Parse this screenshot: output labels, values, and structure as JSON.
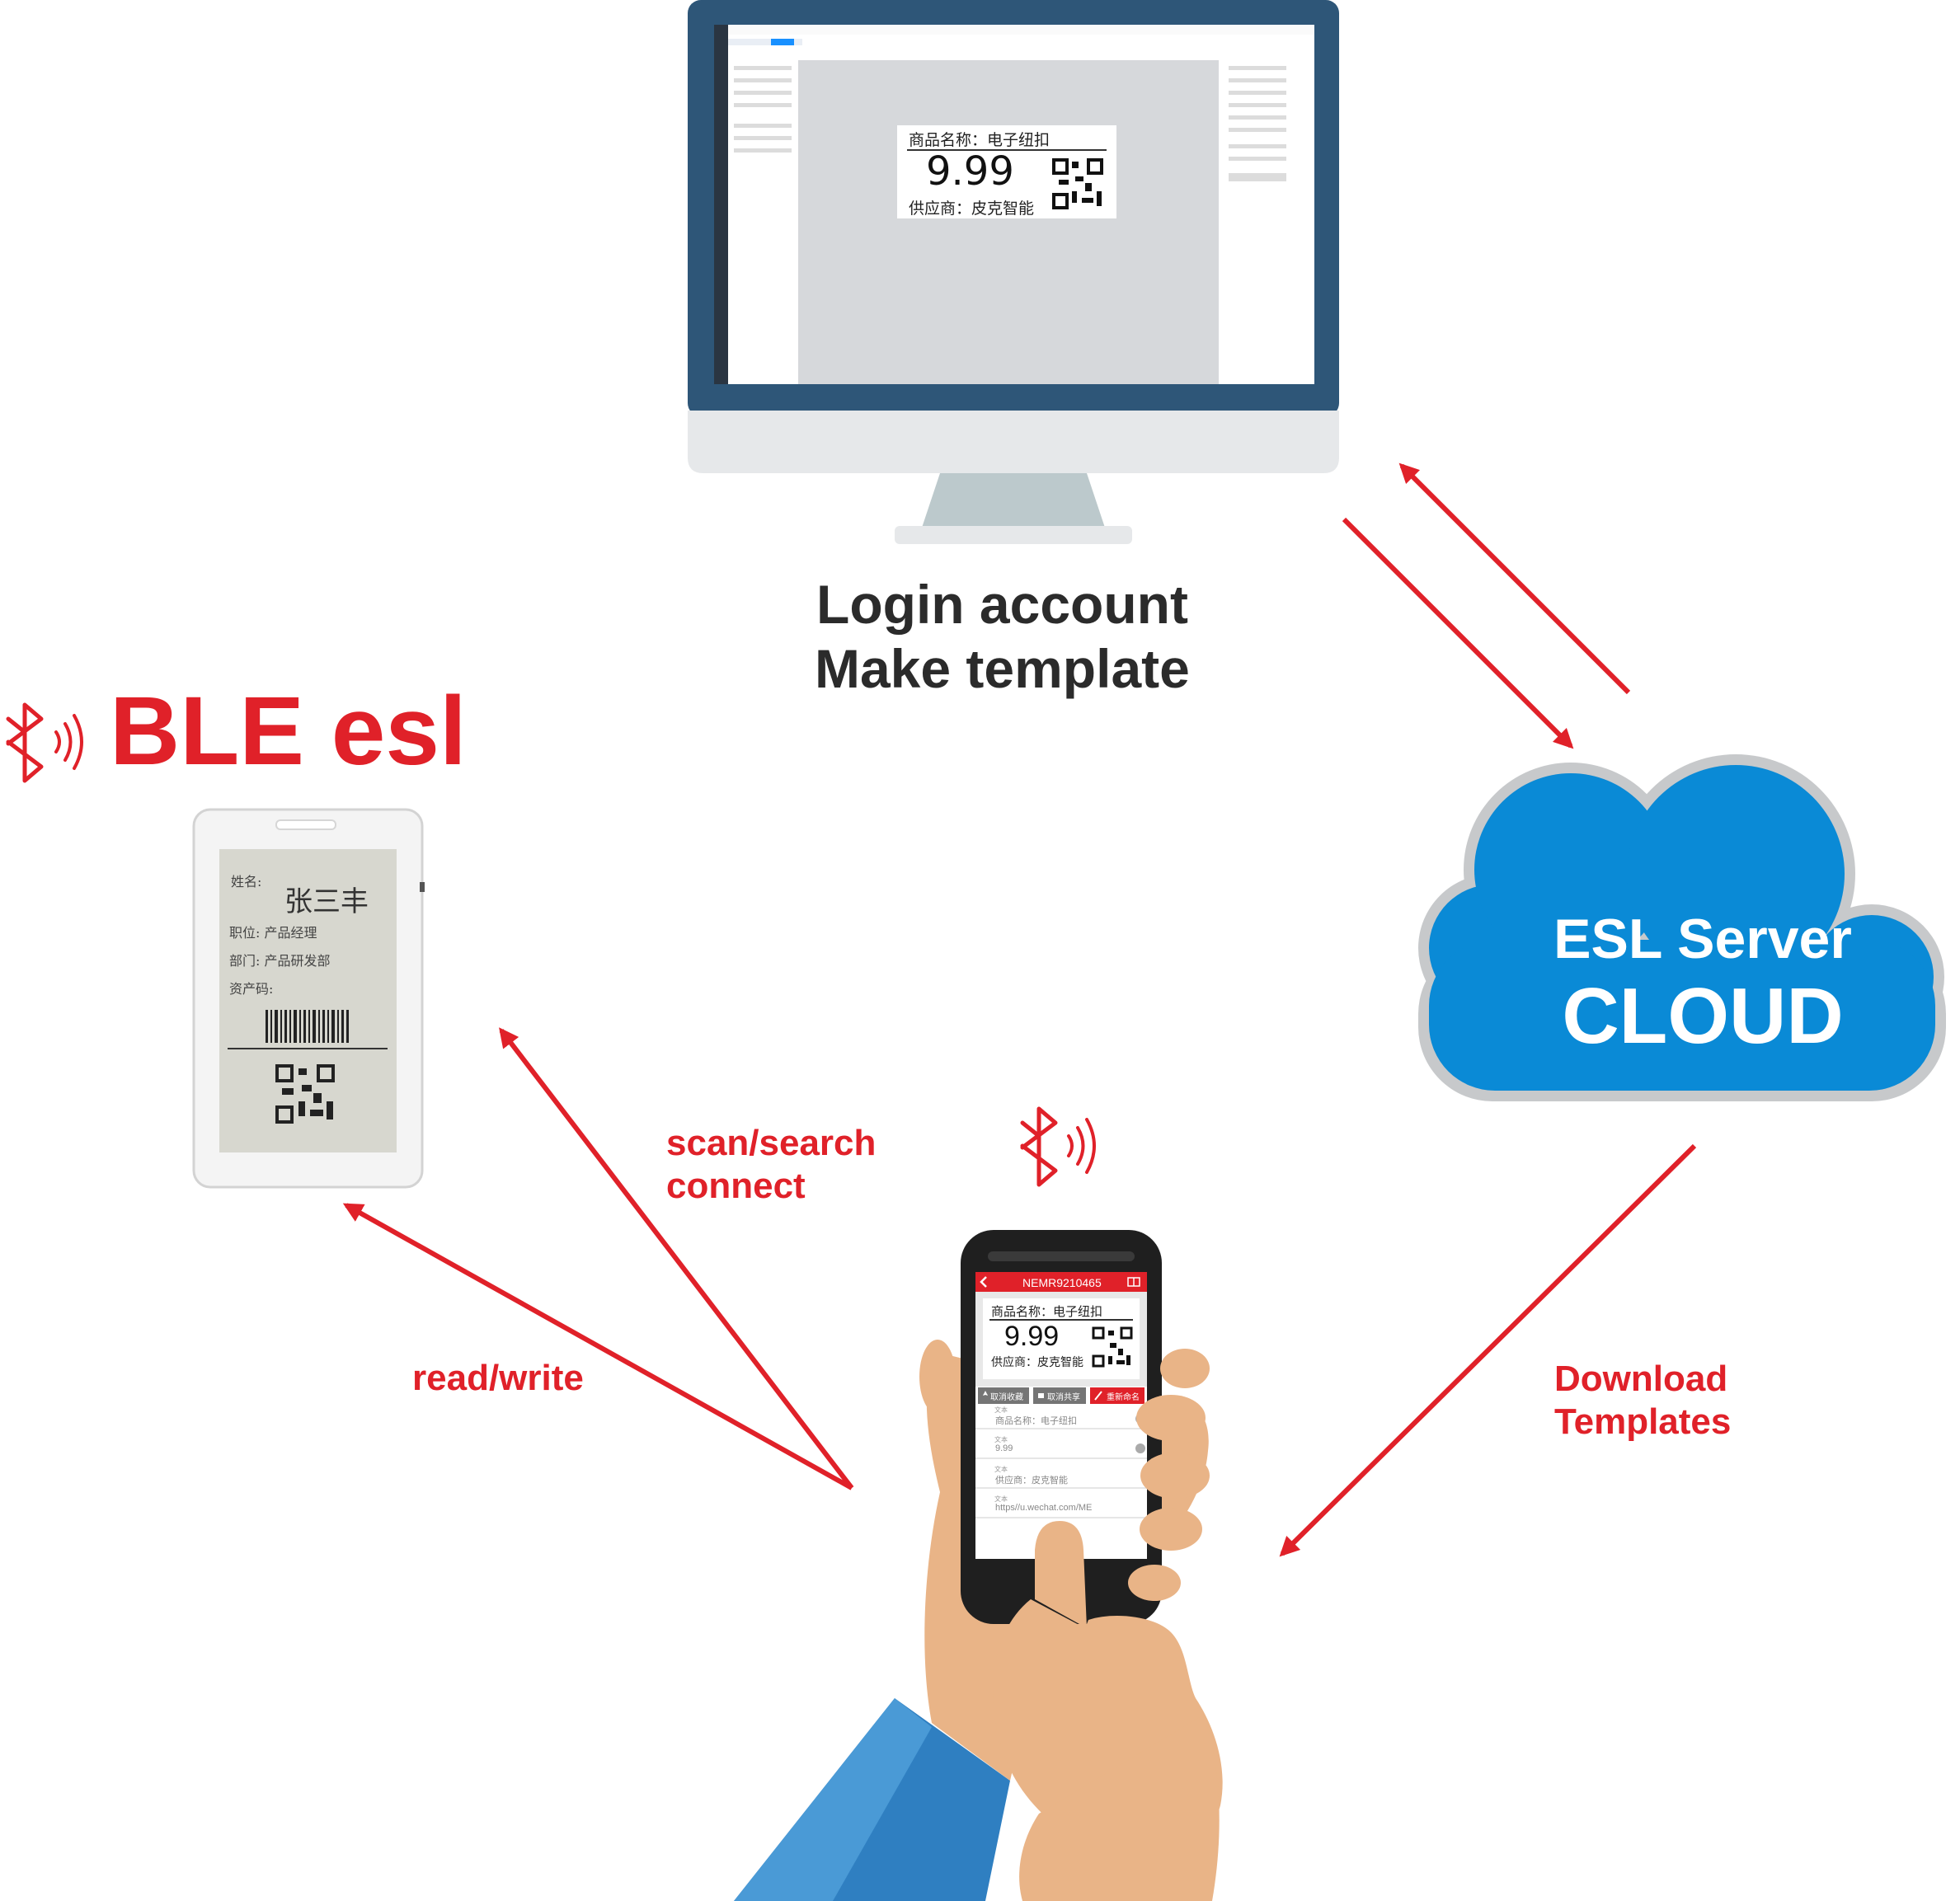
{
  "labels": {
    "monitor_line1": "Login account",
    "monitor_line2": "Make template",
    "ble_title": "BLE esl",
    "cloud_line1": "ESL Server",
    "cloud_line2": "CLOUD",
    "scan_line1": "scan/search",
    "scan_line2": "connect",
    "read_write": "read/write",
    "download_line1": "Download",
    "download_line2": "Templates"
  },
  "price_tag": {
    "product": "商品名称：电子纽扣",
    "price": "9.99",
    "supplier": "供应商：皮克智能"
  },
  "badge": {
    "name_label": "姓名:",
    "name_value": "张三丰",
    "position": "职位: 产品经理",
    "department": "部门: 产品研发部",
    "asset": "资产码:"
  },
  "phone": {
    "title": "NEMR9210465",
    "btn_fav": "取消收藏",
    "btn_share": "取消共享",
    "btn_rename": "重新命名",
    "field_label": "文本",
    "field1": "商品名称：电子纽扣",
    "field2": "9.99",
    "field3": "供应商：皮克智能",
    "field4": "https//u.wechat.com/ME"
  },
  "colors": {
    "accent_red": "#e02129",
    "cloud_blue": "#0a8ad6",
    "monitor_frame": "#2e5678"
  },
  "icons": [
    "bluetooth-icon",
    "signal-waves-icon",
    "back-arrow-icon",
    "book-icon",
    "star-icon",
    "lock-icon",
    "pencil-icon",
    "clear-icon"
  ]
}
